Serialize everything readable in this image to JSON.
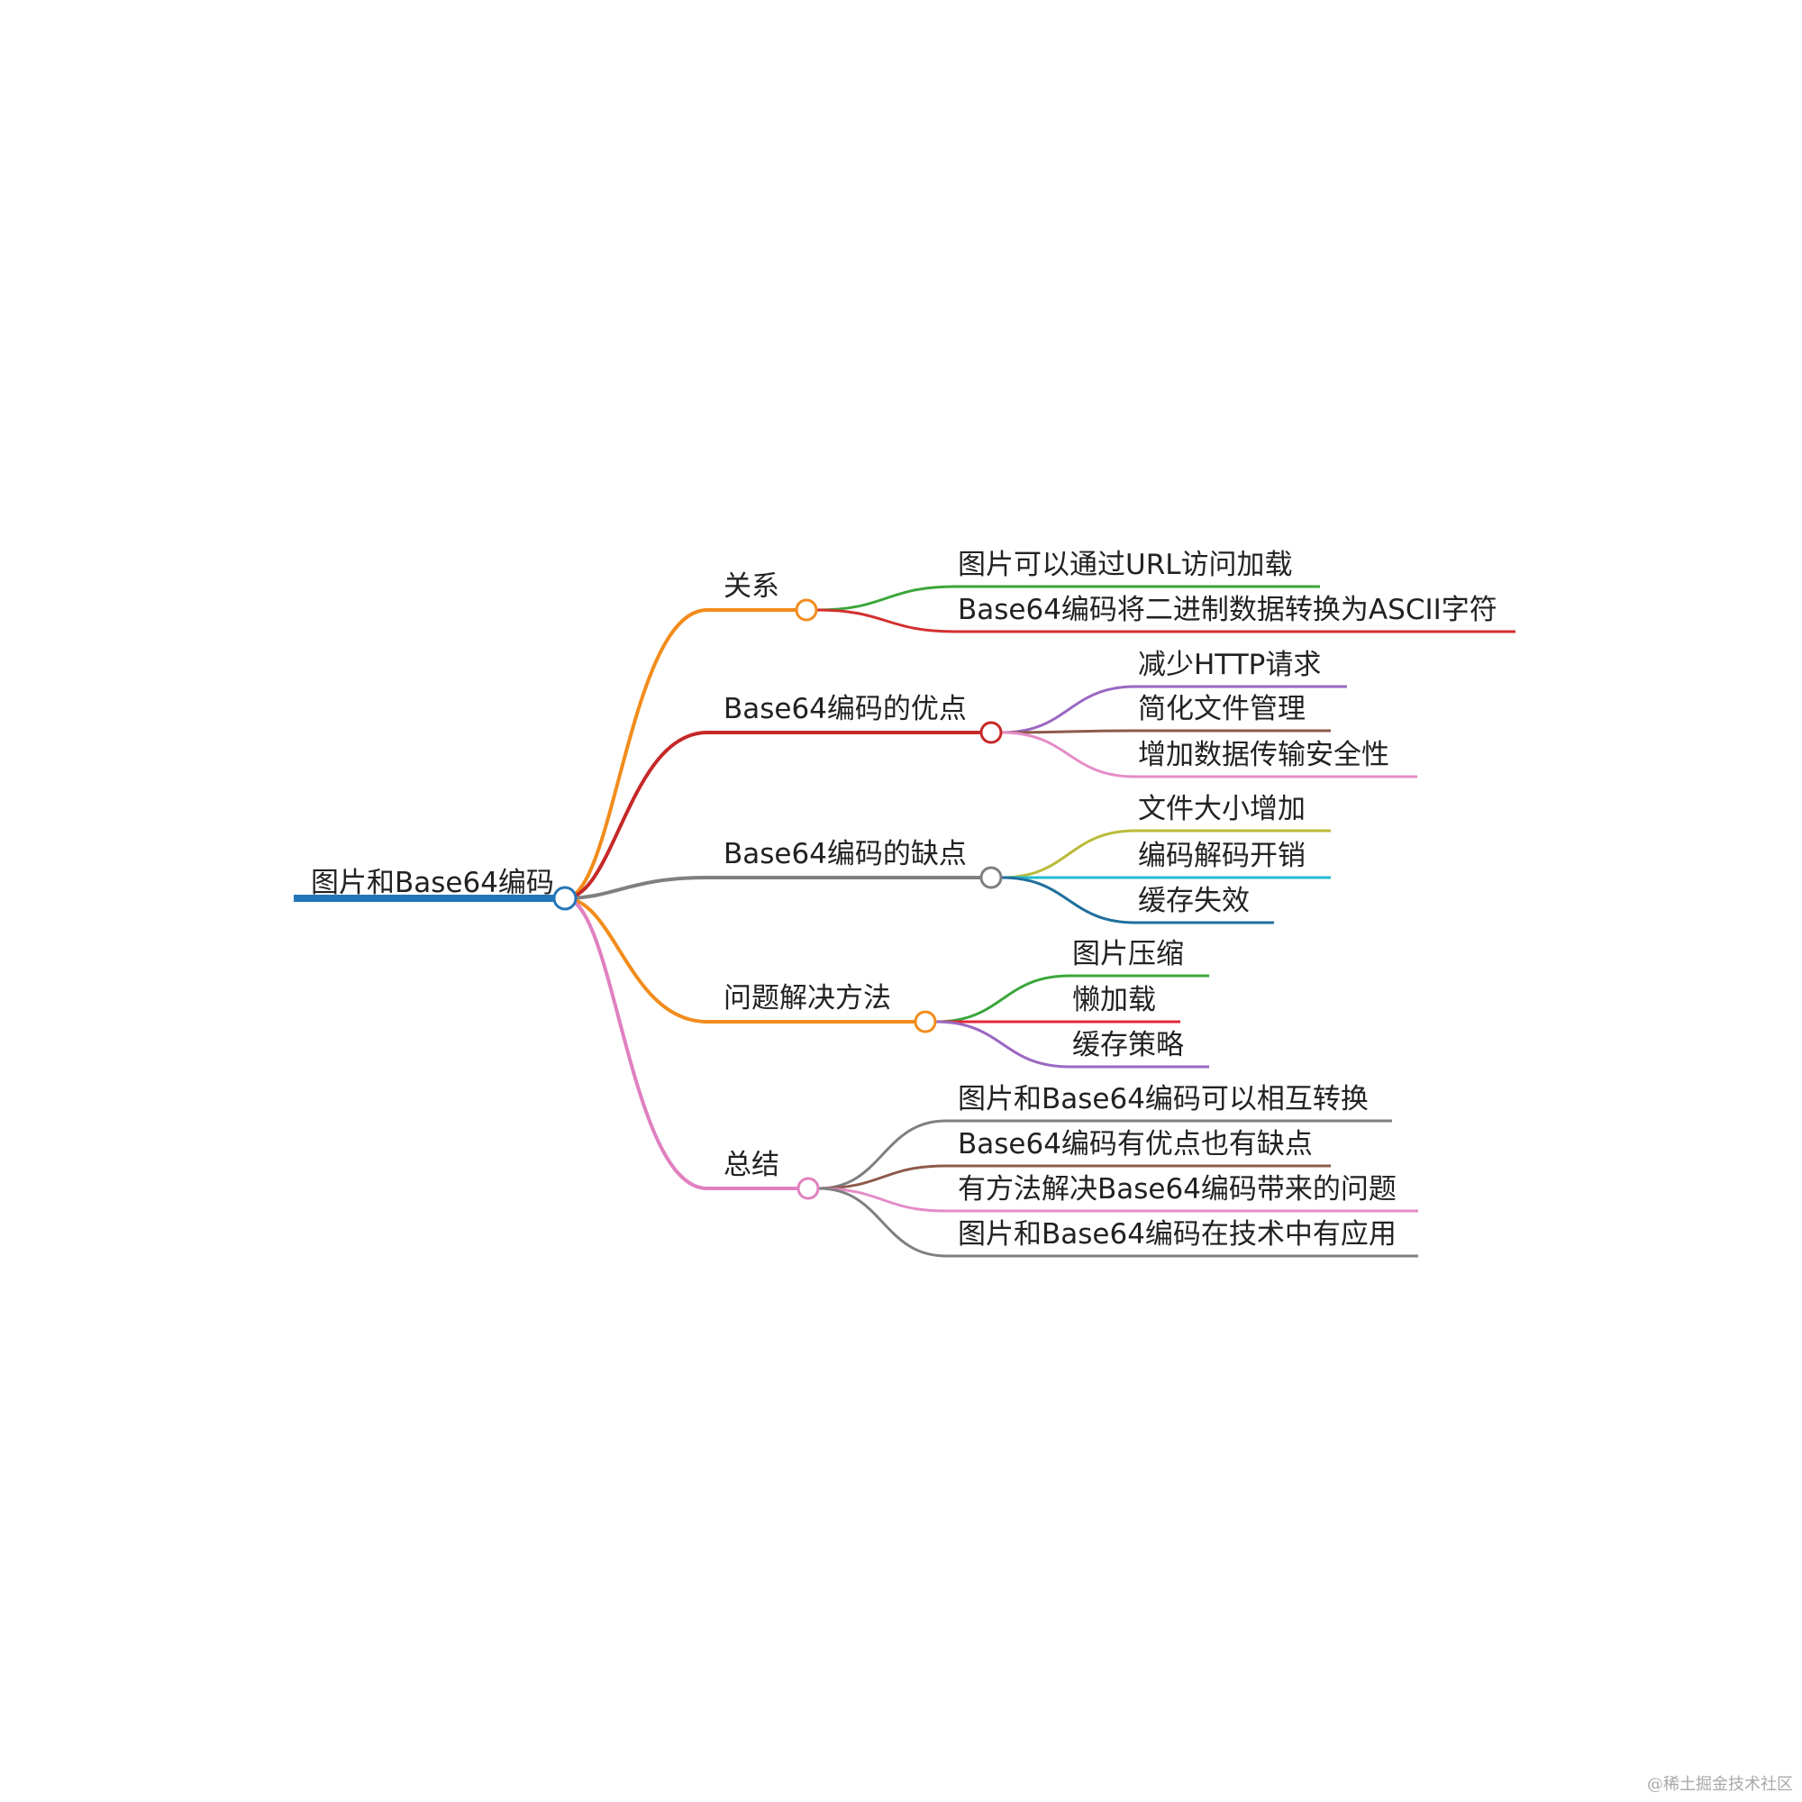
{
  "mindmap": {
    "root": {
      "label": "图片和Base64编码",
      "color": "#2376b7",
      "children": [
        {
          "label": "关系",
          "color": "#f28c1c",
          "children": [
            {
              "label": "图片可以通过URL访问加载",
              "color": "#3aa63a"
            },
            {
              "label": "Base64编码将二进制数据转换为ASCII字符",
              "color": "#d32f2f"
            }
          ]
        },
        {
          "label": "Base64编码的优点",
          "color": "#c62828",
          "children": [
            {
              "label": "减少HTTP请求",
              "color": "#9b67c2"
            },
            {
              "label": "简化文件管理",
              "color": "#8c5a4a"
            },
            {
              "label": "增加数据传输安全性",
              "color": "#e58cc7"
            }
          ]
        },
        {
          "label": "Base64编码的缺点",
          "color": "#7f7f7f",
          "children": [
            {
              "label": "文件大小增加",
              "color": "#b9bb3a"
            },
            {
              "label": "编码解码开销",
              "color": "#22bcd0"
            },
            {
              "label": "缓存失效",
              "color": "#1f6f9c"
            }
          ]
        },
        {
          "label": "问题解决方法",
          "color": "#f28c1c",
          "children": [
            {
              "label": "图片压缩",
              "color": "#3aa63a"
            },
            {
              "label": "懒加载",
              "color": "#e0283a"
            },
            {
              "label": "缓存策略",
              "color": "#9b67c2"
            }
          ]
        },
        {
          "label": "总结",
          "color": "#e080c0",
          "children": [
            {
              "label": "图片和Base64编码可以相互转换",
              "color": "#7f7f7f"
            },
            {
              "label": "Base64编码有优点也有缺点",
              "color": "#8c5a4a"
            },
            {
              "label": "有方法解决Base64编码带来的问题",
              "color": "#e58cc7"
            },
            {
              "label": "图片和Base64编码在技术中有应用",
              "color": "#7f7f7f"
            }
          ]
        }
      ]
    }
  },
  "watermark": "@稀土掘金技术社区"
}
